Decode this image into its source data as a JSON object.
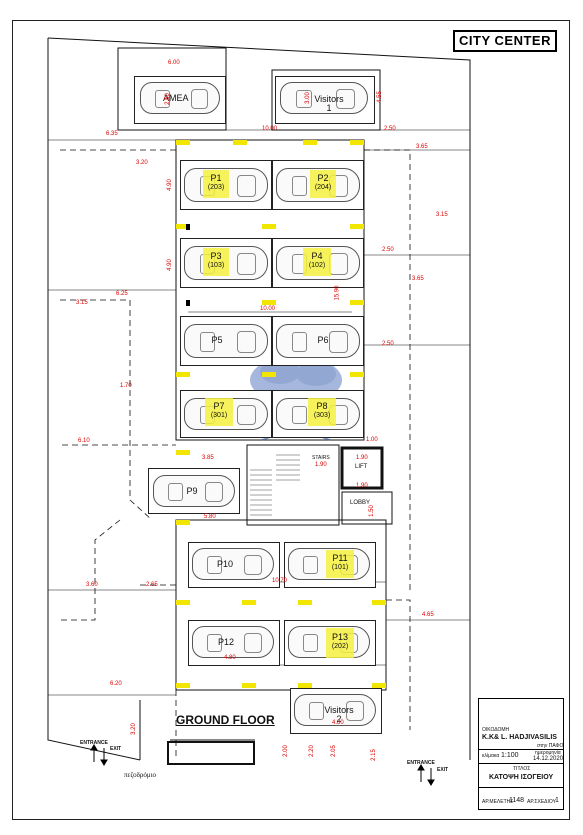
{
  "header": {
    "title": "CITY CENTER"
  },
  "plan": {
    "floor_label": "GROUND FLOOR",
    "street_label": "πεζοδρόμιο"
  },
  "entrances": [
    {
      "entrance": "ENTRANCE",
      "exit": "EXIT"
    },
    {
      "entrance": "ENTRANCE",
      "exit": "EXIT"
    }
  ],
  "rooms": {
    "stairs": "STAIRS",
    "lift": "LIFT",
    "lobby": "LOBBY"
  },
  "parking": [
    {
      "id": "AMEA",
      "unit": ""
    },
    {
      "id": "Visitors 1",
      "unit": ""
    },
    {
      "id": "P1",
      "unit": "(203)"
    },
    {
      "id": "P2",
      "unit": "(204)"
    },
    {
      "id": "P3",
      "unit": "(103)"
    },
    {
      "id": "P4",
      "unit": "(102)"
    },
    {
      "id": "P5",
      "unit": ""
    },
    {
      "id": "P6",
      "unit": ""
    },
    {
      "id": "P7",
      "unit": "(301)"
    },
    {
      "id": "P8",
      "unit": "(303)"
    },
    {
      "id": "P9",
      "unit": ""
    },
    {
      "id": "P10",
      "unit": ""
    },
    {
      "id": "P11",
      "unit": "(101)"
    },
    {
      "id": "P12",
      "unit": ""
    },
    {
      "id": "P13",
      "unit": "(202)"
    },
    {
      "id": "Visitors 2",
      "unit": ""
    }
  ],
  "dimensions": {
    "d1": "6.00",
    "d2": "4.55",
    "d3": "6.35",
    "d4": "10.00",
    "d5": "2.50",
    "d6": "3.65",
    "d7": "3.20",
    "d8": "3.15",
    "d9": "2.50",
    "d10": "3.65",
    "d11": "6.25",
    "d12": "3.15",
    "d13": "10.00",
    "d14": "15.90",
    "d15": "2.50",
    "d16": "1.70",
    "d17": "6.10",
    "d18": "3.85",
    "d19": "5.80",
    "d20": "3.60",
    "d21": "2.65",
    "d22": "10.70",
    "d23": "4.65",
    "d24": "4.80",
    "d25": "6.20",
    "d26": "4.80",
    "d27": "3.20",
    "d28": "2.00",
    "d29": "2.20",
    "d30": "2.05",
    "d31": "2.15",
    "d32": "1.00",
    "d33": "1.90",
    "d34": "1.90",
    "d35": "1.90",
    "d36": "1.50",
    "d37": "2.50",
    "d38": "4.90",
    "d39": "4.90",
    "d40": "3.00"
  },
  "title_block": {
    "owner_caption": "ΟΙΚΟΔΟΜΗ",
    "owner": "K.K& L. HADJIVASILIS",
    "location": "στην ΠΑΦΟ",
    "scale_caption": "κλίμακα",
    "scale": "1:100",
    "date_caption": "ημερομηνία",
    "date": "14.12.2020",
    "title_caption": "ΤΙΤΛΟΣ",
    "drawing_title": "ΚΑΤΟΨΗ ΙΣΟΓΕΙΟΥ",
    "project_caption": "ΑΡ.ΜΕΛΕΤΗΣ",
    "project_no": "1148",
    "sheet_caption": "ΑΡ.ΣΧΕΔΙΟΥ",
    "sheet_no": "1"
  },
  "colors": {
    "highlight": "#f4f040",
    "dimension": "#dd0000",
    "marker": "#f2e500",
    "logo": "#3d5fa8"
  }
}
